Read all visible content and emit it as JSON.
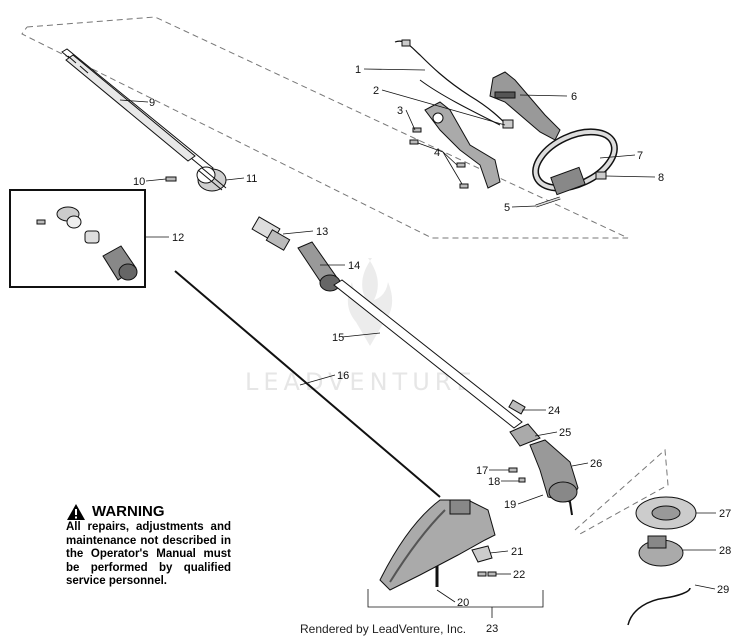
{
  "watermark": "LEADVENTURE",
  "warning": {
    "title": "WARNING",
    "text": "All repairs, adjustments and maintenance not described in the Operator's Manual must be performed by qualified service personnel."
  },
  "credit": "Rendered by LeadVenture, Inc.",
  "callouts": [
    "1",
    "2",
    "3",
    "4",
    "5",
    "6",
    "7",
    "8",
    "9",
    "10",
    "11",
    "12",
    "13",
    "14",
    "15",
    "16",
    "17",
    "18",
    "19",
    "20",
    "21",
    "22",
    "23",
    "24",
    "25",
    "26",
    "27",
    "28",
    "29"
  ]
}
